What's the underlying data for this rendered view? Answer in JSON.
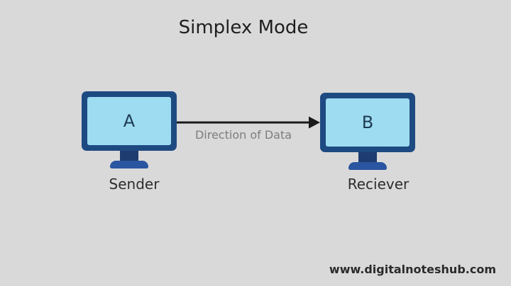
{
  "title": "Simplex Mode",
  "diagram": {
    "sender": {
      "screen_label": "A",
      "caption": "Sender"
    },
    "receiver": {
      "screen_label": "B",
      "caption": "Reciever"
    },
    "arrow_label": "Direction of Data"
  },
  "watermark": "www.digitalnoteshub.com",
  "colors": {
    "background": "#d9d9d9",
    "monitor_frame": "#1e4a82",
    "monitor_screen": "#9edcf1",
    "stand_neck": "#1e3c70",
    "stand_base": "#2a55a0",
    "arrow": "#1a1a1a",
    "title_text": "#1f1f1f",
    "caption_text": "#2d2d2d",
    "screen_letter": "#1d3b52",
    "arrow_label_text": "#7d7d7d",
    "watermark_text": "#2a2a2a"
  }
}
